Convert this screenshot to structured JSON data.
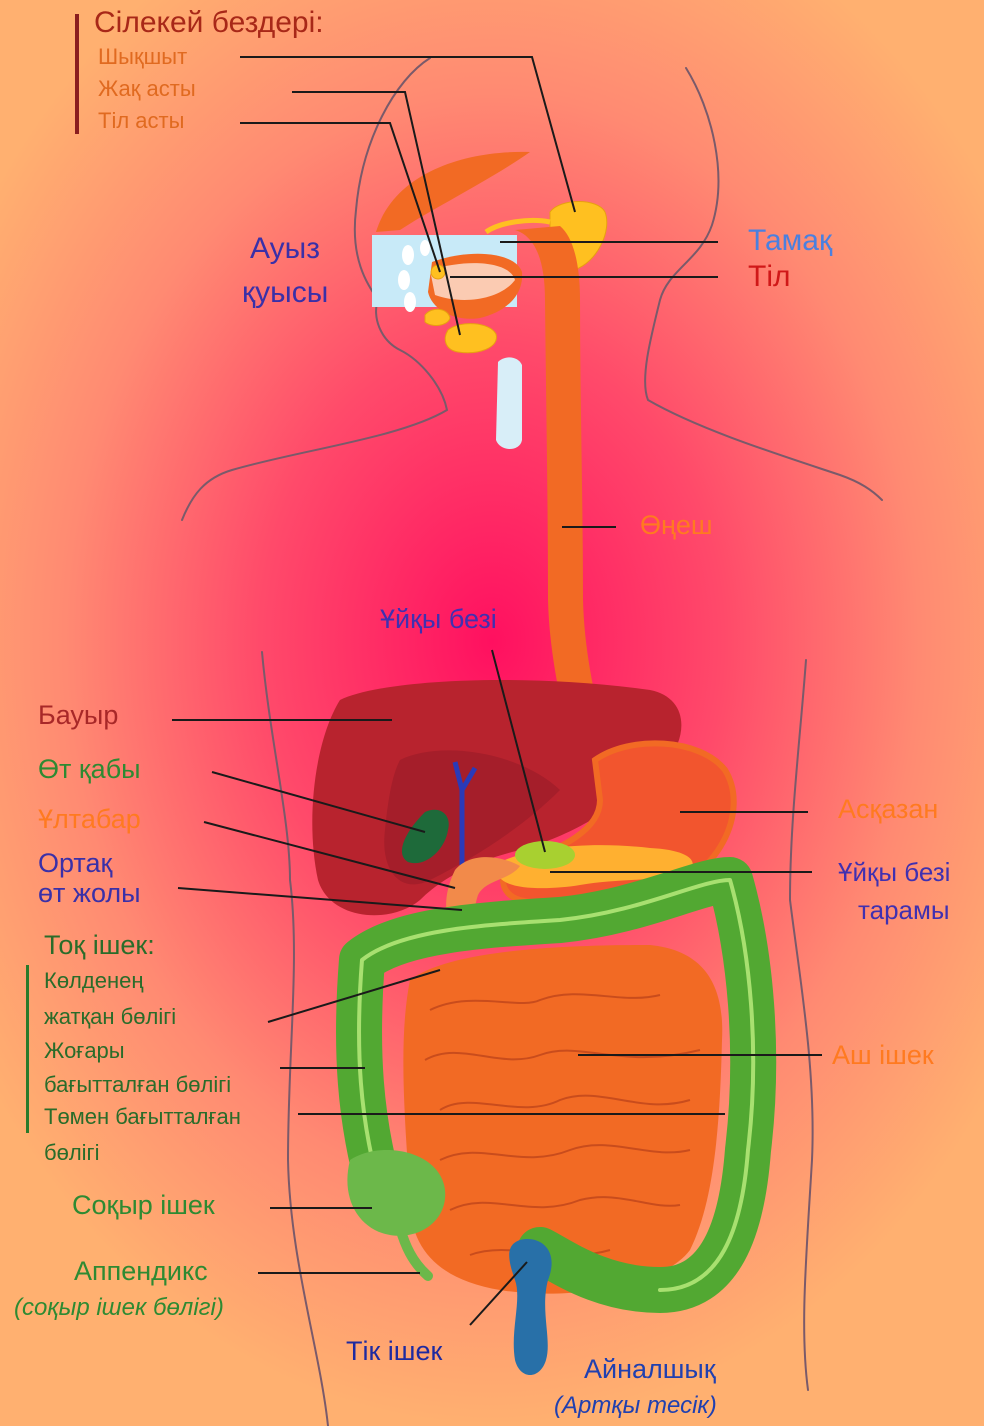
{
  "colors": {
    "background_center": "#ff1060",
    "background_edge": "#ffb070",
    "digestive_tract": "#f26a24",
    "liver": "#b8232e",
    "colon": "#52a832",
    "salivary_glands": "#ffc020",
    "gallbladder": "#1e6a3a",
    "bile_duct": "#2a3ab8",
    "rectum": "#2870a8",
    "leader_line": "#1a1a1a"
  },
  "labels": {
    "salivary_glands": "Сілекей бездері:",
    "parotid": "Шықшыт",
    "submandibular": "Жақ асты",
    "sublingual": "Тіл асты",
    "oral_cavity_1": "Ауыз",
    "oral_cavity_2": "қуысы",
    "pharynx": "Тамақ",
    "tongue": "Тіл",
    "esophagus": "Өңеш",
    "pancreas": "Ұйқы безі",
    "liver": "Бауыр",
    "gallbladder": "Өт қабы",
    "duodenum": "Ұлтабар",
    "common_bile_duct_1": "Ортақ",
    "common_bile_duct_2": "өт жолы",
    "stomach": "Асқазан",
    "pancreatic_duct_1": "Ұйқы безі",
    "pancreatic_duct_2": "тарамы",
    "colon": "Тоқ ішек:",
    "transverse_1": "Көлденең",
    "transverse_2": "жатқан бөлігі",
    "ascending_1": "Жоғары",
    "ascending_2": "бағытталған бөлігі",
    "descending_1": "Төмен бағытталған",
    "descending_2": "бөлігі",
    "small_intestine": "Аш ішек",
    "cecum": "Соқыр ішек",
    "appendix": "Аппендикс",
    "appendix_note": "(соқыр ішек бөлігі)",
    "rectum": "Тік ішек",
    "anus": "Айналшық",
    "anus_note": "(Артқы тесік)"
  }
}
